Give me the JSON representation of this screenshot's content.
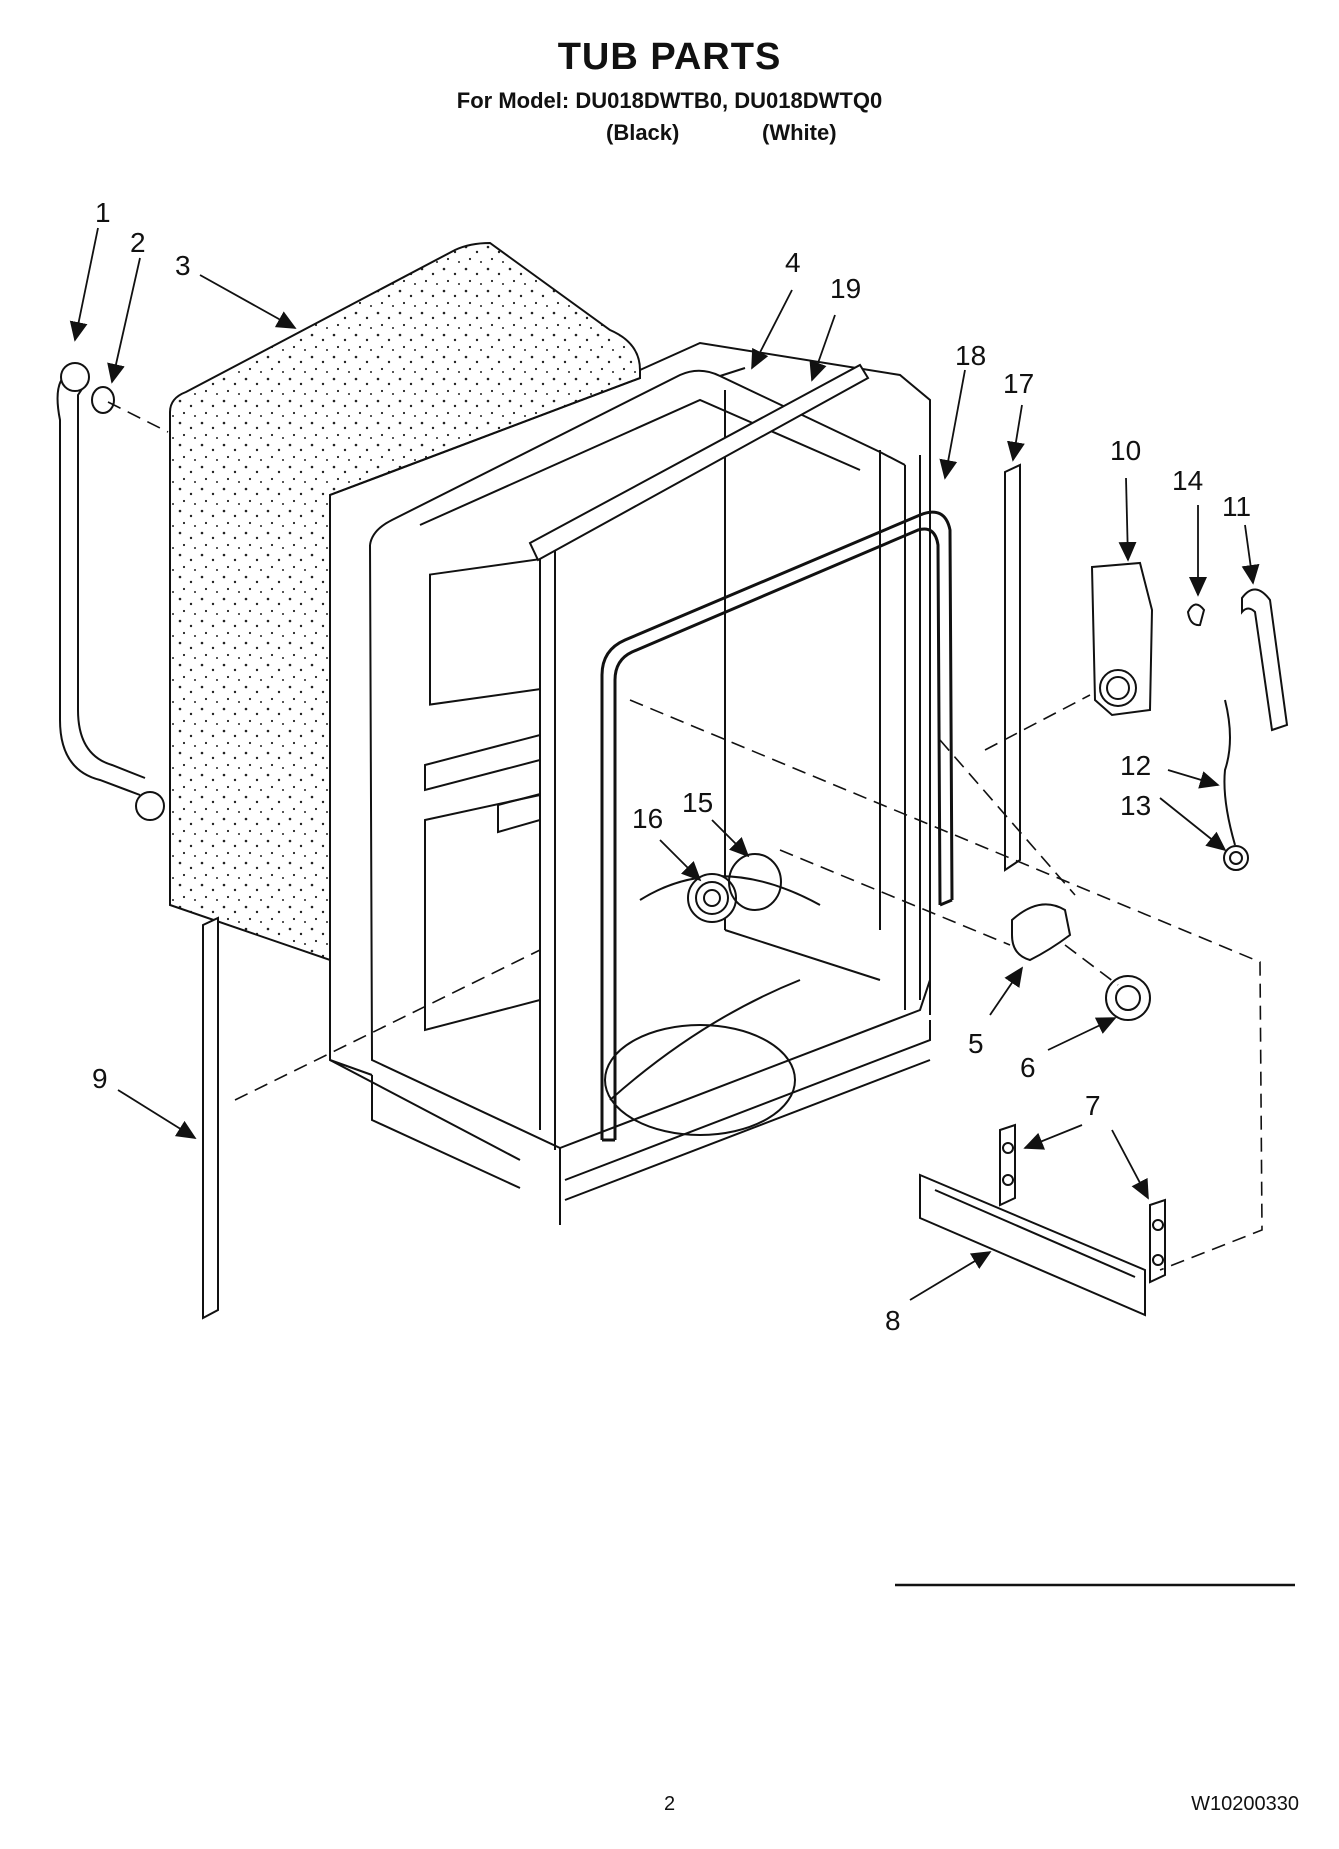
{
  "header": {
    "title": "TUB PARTS",
    "model_line": "For Model: DU018DWTB0, DU018DWTQ0",
    "variant_black": "(Black)",
    "variant_white": "(White)"
  },
  "callouts": [
    "1",
    "2",
    "3",
    "4",
    "5",
    "6",
    "7",
    "8",
    "9",
    "10",
    "11",
    "12",
    "13",
    "14",
    "15",
    "16",
    "17",
    "18",
    "19"
  ],
  "footer": {
    "page_number": "2",
    "doc_number": "W10200330"
  }
}
